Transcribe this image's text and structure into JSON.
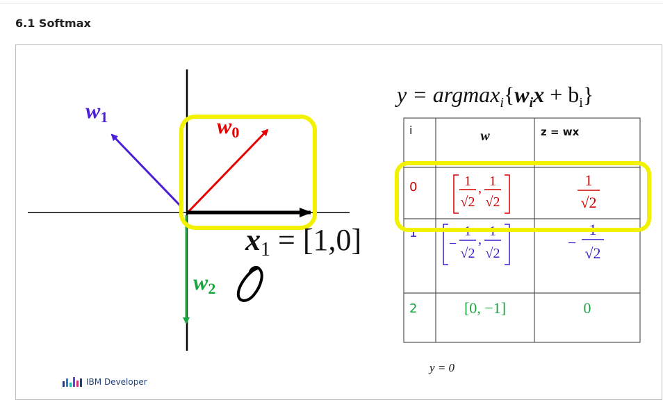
{
  "page": {
    "section_title": "6.1 Softmax"
  },
  "slide": {
    "formula": {
      "lhs": "y = ",
      "func": "argmax",
      "sub": "i",
      "brace_open": "{",
      "w": "w",
      "x": "x",
      "plus": " + b",
      "brace_close": "}"
    },
    "vectors": {
      "w0": {
        "label": "w",
        "sub": "0",
        "color": "#e60000"
      },
      "w1": {
        "label": "w",
        "sub": "1",
        "color": "#4b1fd6"
      },
      "w2": {
        "label": "w",
        "sub": "2",
        "color": "#19a640"
      }
    },
    "x_label": {
      "name": "x",
      "sub": "1",
      "rest": " = [1,0]"
    },
    "highlight_color": "#f2f200",
    "table": {
      "headers": [
        "i",
        "w",
        "z = wx"
      ],
      "rows": [
        {
          "i": "0",
          "num1": "1",
          "den1": "√2",
          "num2": "1",
          "den2": "√2",
          "z_num": "1",
          "z_den": "√2",
          "color": "#d40000"
        },
        {
          "i": "1",
          "minus": "−",
          "num1": "1",
          "den1": "√2",
          "num2": "1",
          "den2": "√2",
          "z_minus": "−",
          "z_num": "1",
          "z_den": "√2",
          "color": "#3a1fc7"
        },
        {
          "i": "2",
          "w_text": "[0, −1]",
          "z_text": "0",
          "color": "#19a640"
        }
      ]
    },
    "result": "y = 0",
    "footer_logo": "IBM Developer"
  }
}
